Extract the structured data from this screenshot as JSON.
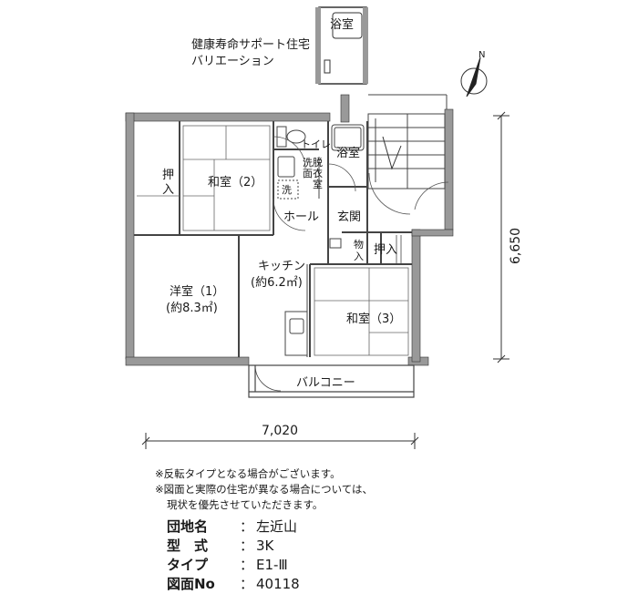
{
  "variation": {
    "line1": "健康寿命サポート住宅",
    "line2": "バリエーション",
    "bath": "浴室"
  },
  "rooms": {
    "oshiire_left": "押入",
    "washitsu2": "和室（2）",
    "toilet": "トイレ",
    "bath": "浴室",
    "senmen": "洗面脱衣室",
    "sentaku": "洗",
    "hall": "ホール",
    "genkan": "玄関",
    "mono": "物入",
    "oshiire_right": "押入",
    "kitchen": "キッチン",
    "kitchen_area": "(約6.2㎡)",
    "yoshitsu1": "洋室（1）",
    "yoshitsu1_area": "(約8.3㎡)",
    "washitsu3": "和室（3）",
    "balcony": "バルコニー"
  },
  "compass": "N",
  "dimensions": {
    "width": "7,020",
    "height": "6,650"
  },
  "notes": [
    "※反転タイプとなる場合がございます。",
    "※図面と実際の住宅が異なる場合については、",
    "現状を優先させていただきます。"
  ],
  "info": {
    "danchi_label": "団地名",
    "danchi_value": "左近山",
    "kata_label": "型　式",
    "kata_value": "3K",
    "type_label": "タイプ",
    "type_value": "E1-Ⅲ",
    "zumen_label": "図面No",
    "zumen_value": "40118",
    "separator": "："
  }
}
